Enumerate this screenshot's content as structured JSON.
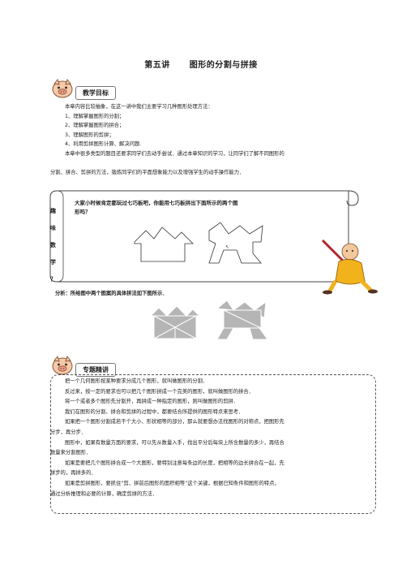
{
  "title": {
    "lesson": "第五讲",
    "topic": "图形的分割与拼接"
  },
  "section1": {
    "label": "教学目标"
  },
  "objectives": {
    "intro": "本章内容比较抽象，在这一讲中我们主要学习几种图形处理方法：",
    "items": [
      "1、理解掌握图形的分割；",
      "2、理解掌握图形的拼合；",
      "3、理解图形的剪拼；",
      "4、利用剪拼图形计算、解决问题."
    ],
    "summary_line1": "本章中很多类型的题目还要求同学们去动手尝试．通过本章知识的学习，让同学们了解不同图形的",
    "summary_line2": "分割、拼合、剪拼的方法，锻炼同学们的平面想象能力以及增强学生的动手操作能力．"
  },
  "puzzle": {
    "side_chars": [
      "趣",
      "味",
      "数",
      "学",
      "？"
    ],
    "line1": "大家小时候肯定都玩过七巧板吧，你能用七巧板拼出下面所示的两个图",
    "line2": "形吗？",
    "analysis": "分析：所给图中两个图案的具体拼法如下图所示．"
  },
  "section2": {
    "label": "专题精讲"
  },
  "details": [
    "把一个几何图形按某种要求分成几个图形，就叫做图形的分割．",
    "反过来，按一定的要求也可以把几个图形拼成一个完美的图形，就叫做图形的拼合．",
    "将一个或者多个图形先分割开，再拼成一种指定的图形，则叫做图形的剪拼．",
    "我们在图形的分割、拼合和剪拼的过程中，都要结合所提供的图形特点来思考．",
    "如果把一个图形分割成若干个大小、形状相等的部分，那么就要想办法找图形的对称点，把图形先",
    "分步，再分步．",
    "图形中，如果有数量方面的要求，可以先从数量入手，找出平分后每块上所含数量的多少，再结合",
    "数量来分割图形．",
    "如果是要把几个图形拼合成一个大图形，要特别注意每条边的长度，把相等的边长拼合在一起，先",
    "拼步的，再拼多的．",
    "如果是剪拼图形，要抓住“剪、拼前后图形的面积相等”这个关键，根据已知条件和图形的特点，",
    "通过分析推理和必要的计算，确定剪拼的方法．"
  ],
  "colors": {
    "tag_border": "#777777",
    "monk_robe": "#f2b21c",
    "tangram_gray": "#b5b5b5",
    "staff": "#b0252b"
  }
}
